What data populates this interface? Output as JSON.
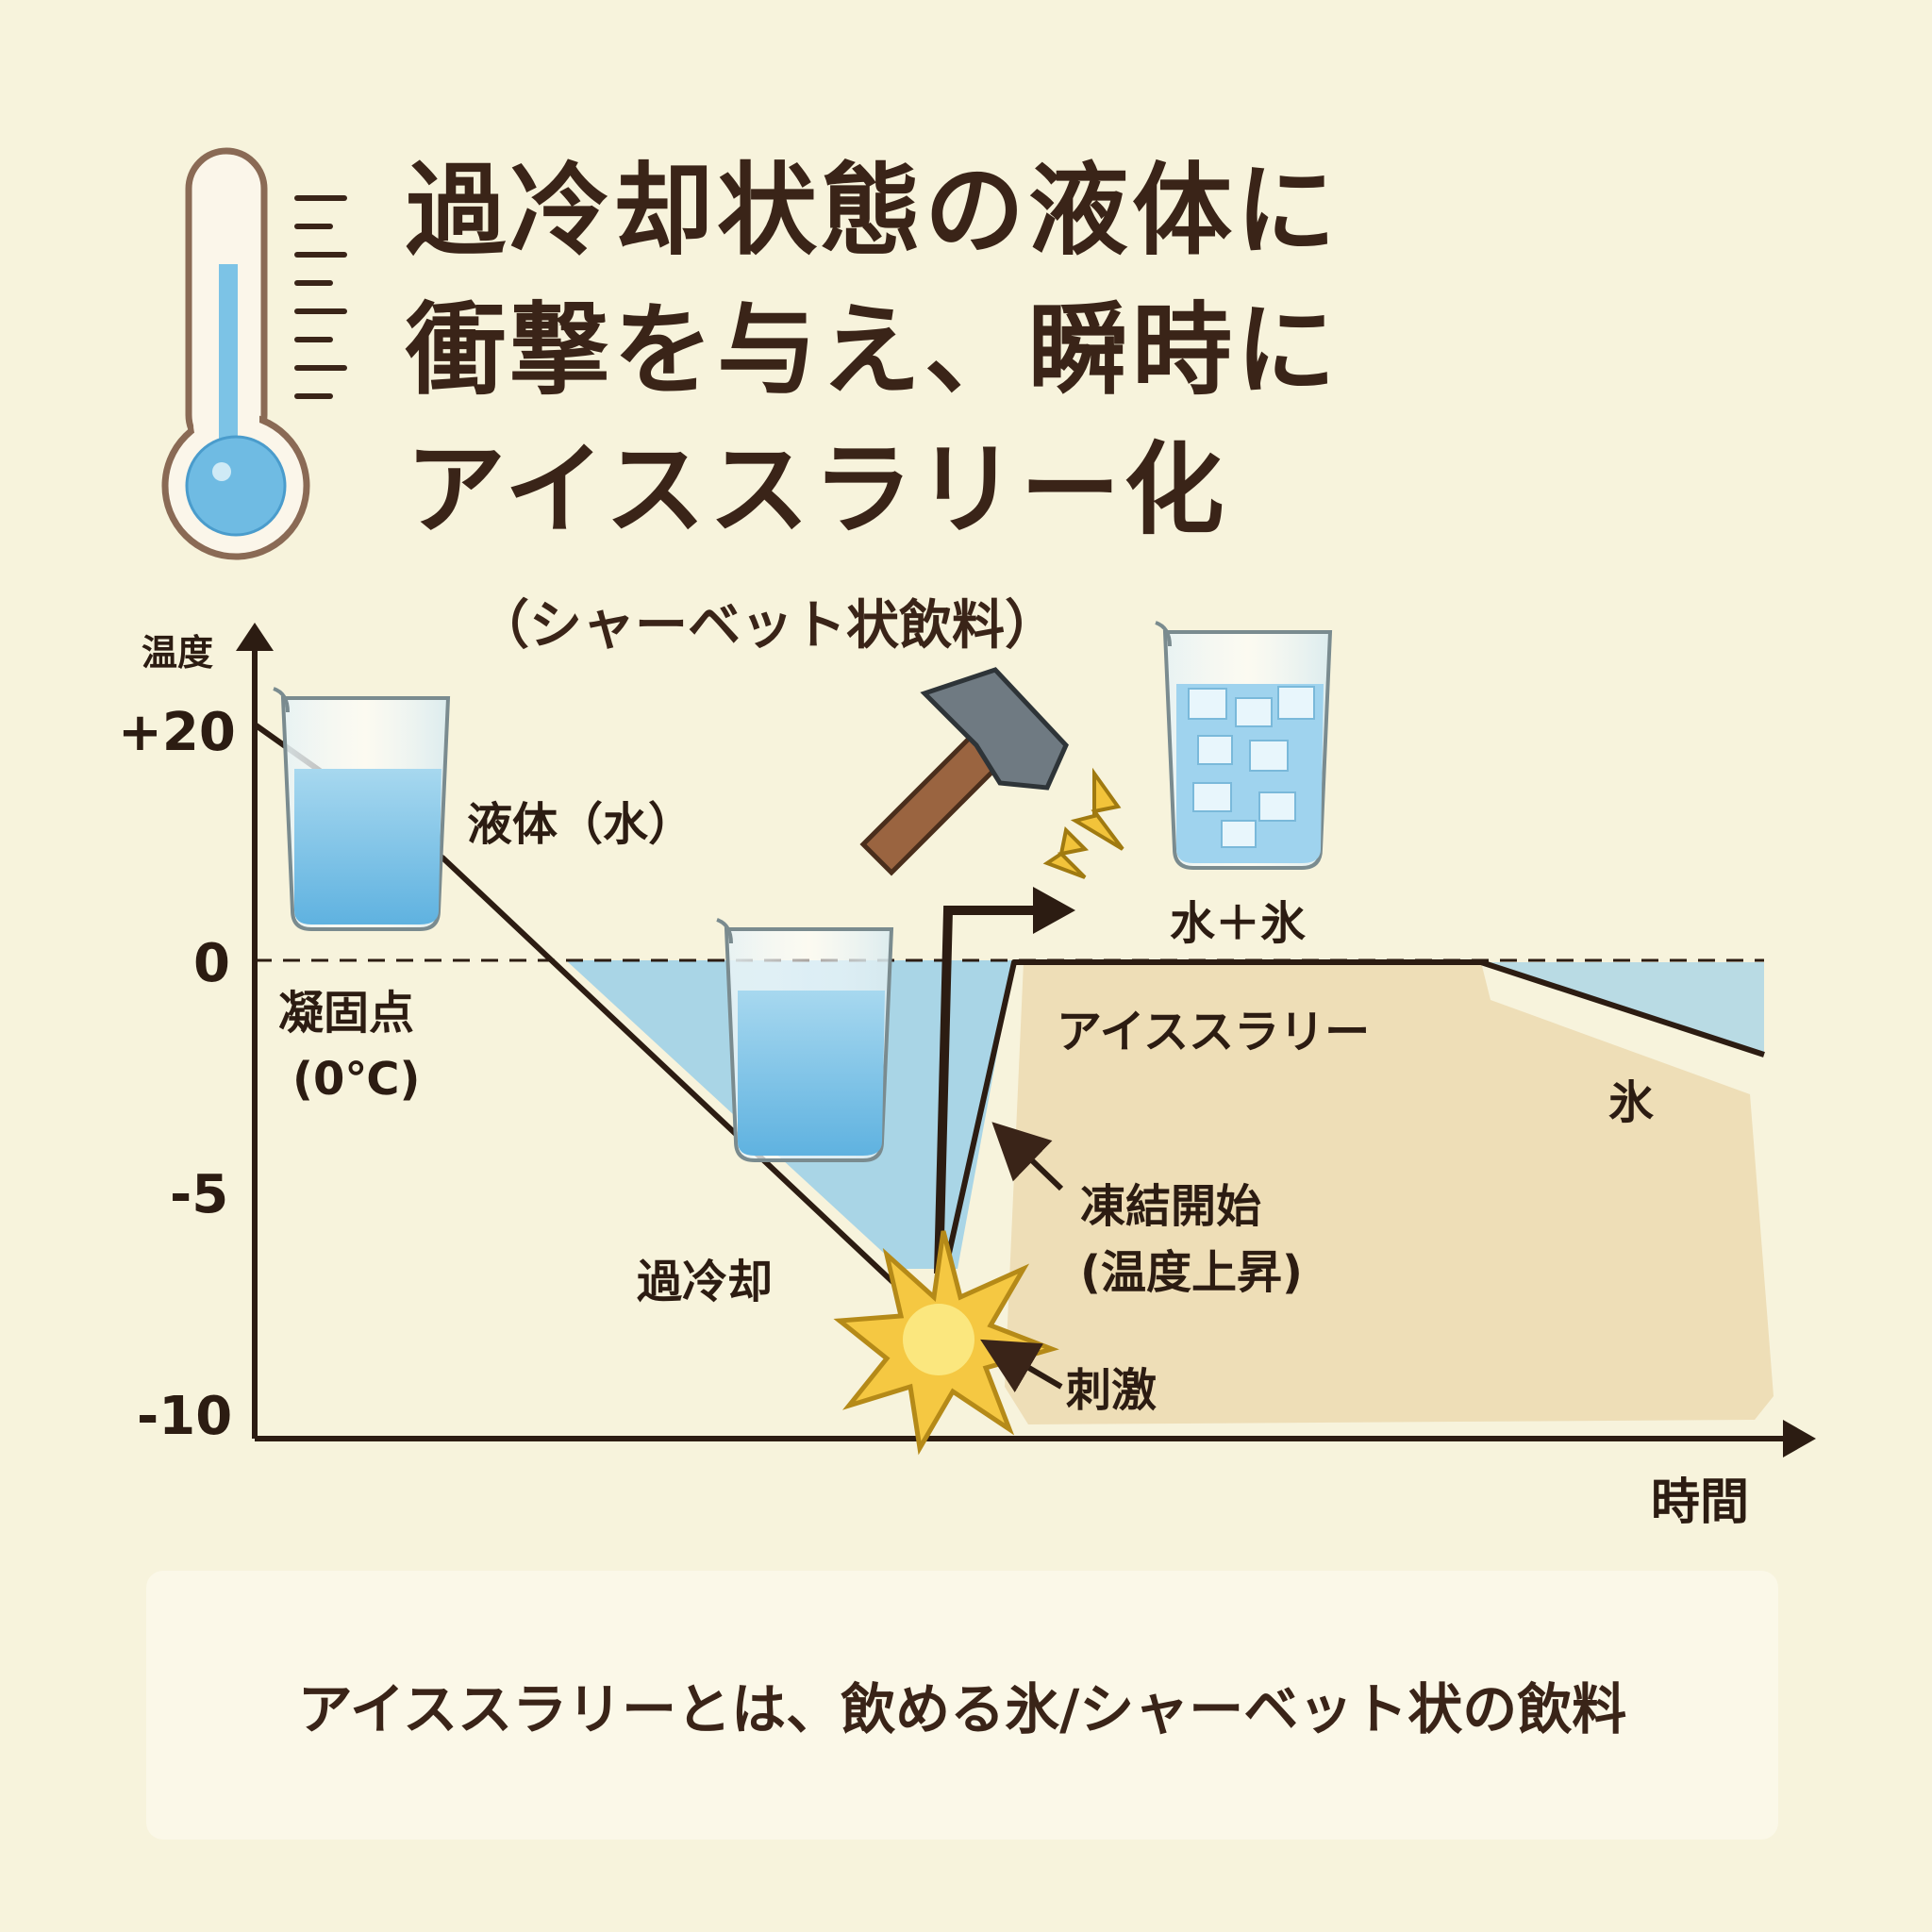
{
  "title": {
    "line1": "過冷却状態の液体に",
    "line2": "衝撃を与え、瞬時に",
    "line3": "アイススラリー化"
  },
  "subtitle": "（シャーベット状飲料）",
  "axes": {
    "y_label": "温度",
    "x_label": "時間",
    "y_ticks": [
      "+20",
      "0",
      "-5",
      "-10"
    ]
  },
  "labels": {
    "liquid": "液体（水）",
    "freezing_point_1": "凝固点",
    "freezing_point_2": "(0℃)",
    "supercooling": "過冷却",
    "stimulus": "刺激",
    "freeze_start_1": "凍結開始",
    "freeze_start_2": "(温度上昇)",
    "water_ice": "水＋氷",
    "ice_slurry": "アイススラリー",
    "ice": "氷"
  },
  "caption": "アイススラリーとは、飲める氷/シャーベット状の飲料",
  "colors": {
    "background": "#f7f3dc",
    "text": "#3a2418",
    "water": "#7cc3e6",
    "slurry": "#ecd9b0",
    "burst": "#f5c842"
  },
  "icons": [
    "thermometer-icon",
    "beaker-icon",
    "hammer-icon",
    "lightning-icon",
    "burst-icon"
  ]
}
